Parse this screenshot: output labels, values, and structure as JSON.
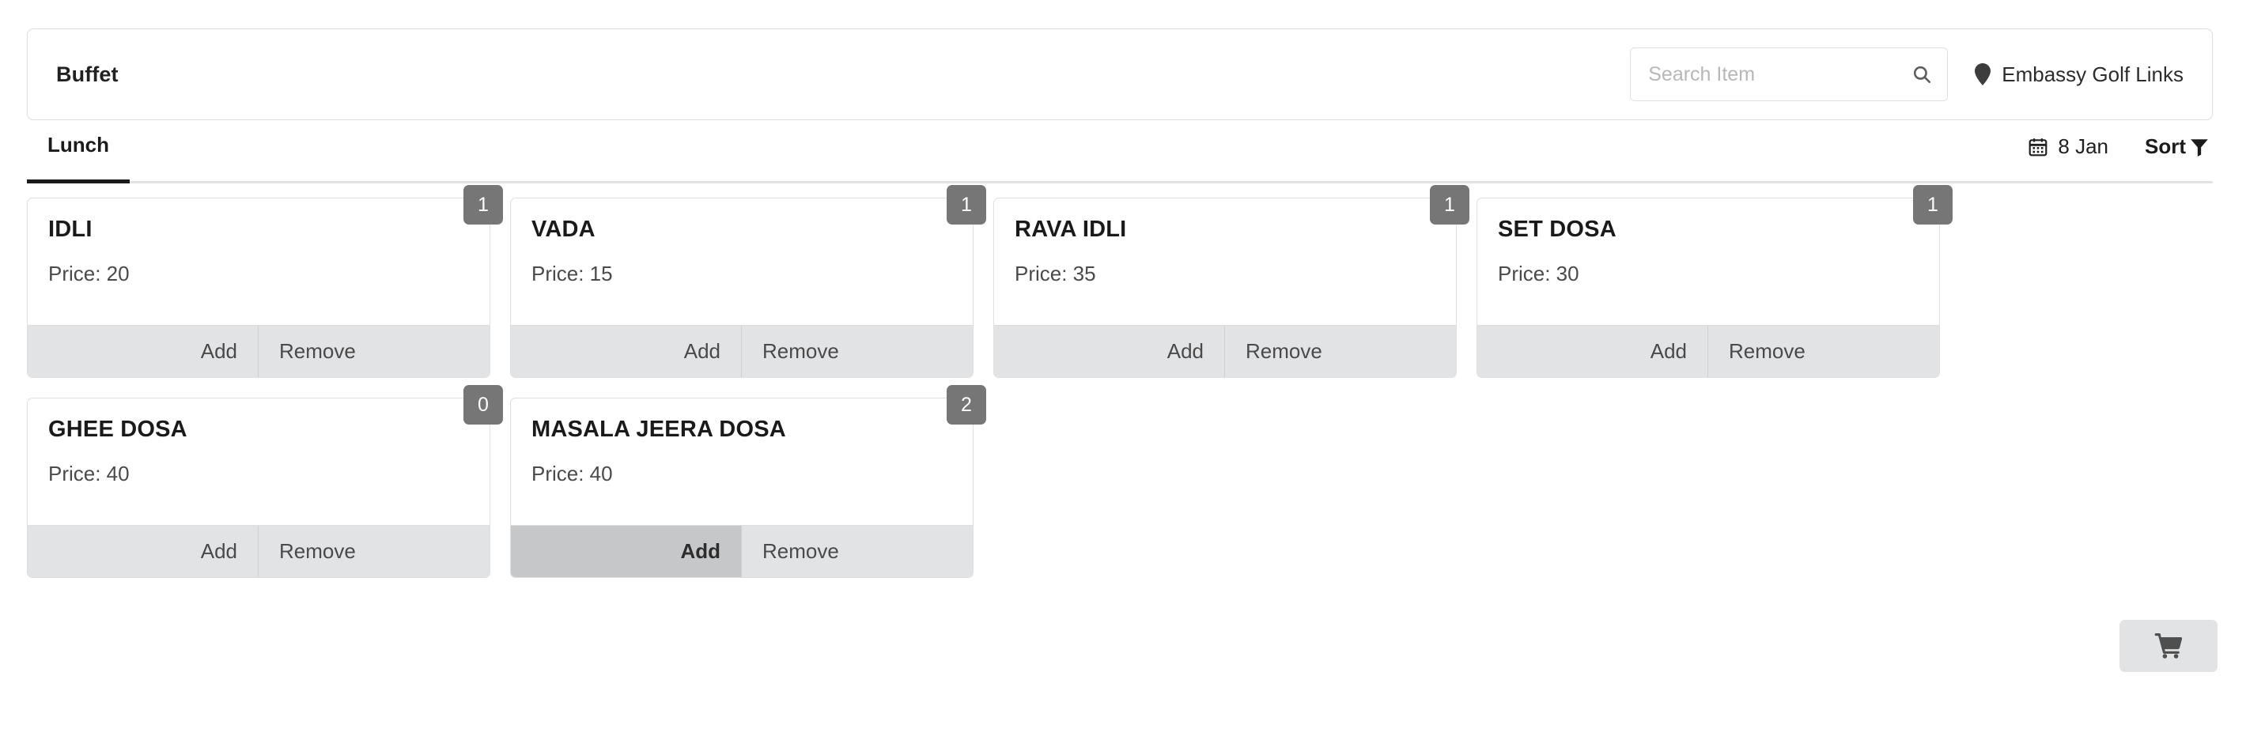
{
  "header": {
    "brand_title": "Buffet",
    "search": {
      "placeholder": "Search Item",
      "value": "",
      "icon": "search-icon"
    },
    "location": {
      "icon": "map-pin-icon",
      "label": "Embassy Golf Links"
    }
  },
  "tabbar": {
    "tabs": [
      {
        "label": "Lunch",
        "active": true
      }
    ],
    "date": {
      "icon": "calendar-icon",
      "label": "8 Jan"
    },
    "sort": {
      "label": "Sort",
      "icon": "filter-funnel-icon"
    }
  },
  "menu": {
    "add_label": "Add",
    "remove_label": "Remove",
    "price_prefix": "Price: ",
    "items": [
      {
        "name": "IDLI",
        "price": "Price: 20",
        "qty": "1",
        "add_active": false
      },
      {
        "name": "VADA",
        "price": "Price: 15",
        "qty": "1",
        "add_active": false
      },
      {
        "name": "RAVA IDLI",
        "price": "Price: 35",
        "qty": "1",
        "add_active": false
      },
      {
        "name": "SET DOSA",
        "price": "Price: 30",
        "qty": "1",
        "add_active": false
      },
      {
        "name": "GHEE DOSA",
        "price": "Price: 40",
        "qty": "0",
        "add_active": false
      },
      {
        "name": "MASALA JEERA DOSA",
        "price": "Price: 40",
        "qty": "2",
        "add_active": true
      }
    ]
  },
  "cart": {
    "icon": "shopping-cart-icon"
  },
  "colors": {
    "badge_bg": "#767676",
    "button_bg": "#e2e3e5",
    "button_active_bg": "#c6c7c9",
    "accent_underline": "#1b1b1b",
    "card_border": "#dfdfdf"
  }
}
